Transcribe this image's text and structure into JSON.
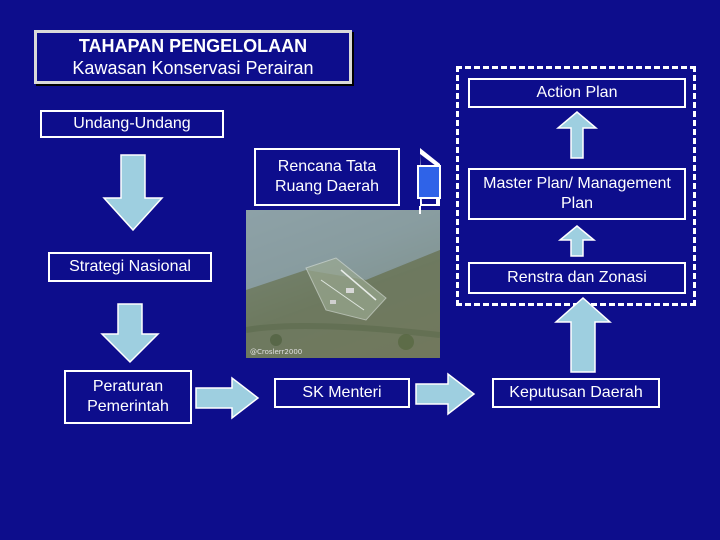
{
  "title": {
    "line1": "TAHAPAN PENGELOLAAN",
    "line2": "Kawasan Konservasi Perairan"
  },
  "boxes": {
    "undang_undang": "Undang-Undang",
    "rencana_tata_ruang": "Rencana Tata Ruang Daerah",
    "strategi_nasional": "Strategi Nasional",
    "peraturan_pemerintah": "Peraturan Pemerintah",
    "sk_menteri": "SK Menteri",
    "keputusan_daerah": "Keputusan Daerah",
    "renstra_zonasi": "Renstra dan Zonasi",
    "master_plan": "Master Plan/ Management Plan",
    "action_plan": "Action Plan"
  },
  "photo": {
    "caption": "@Croslerr2000"
  },
  "colors": {
    "background": "#0d0d8c",
    "arrow_fill": "#9ecfe0",
    "border": "#ffffff",
    "side_tab": "#2f63e8"
  }
}
